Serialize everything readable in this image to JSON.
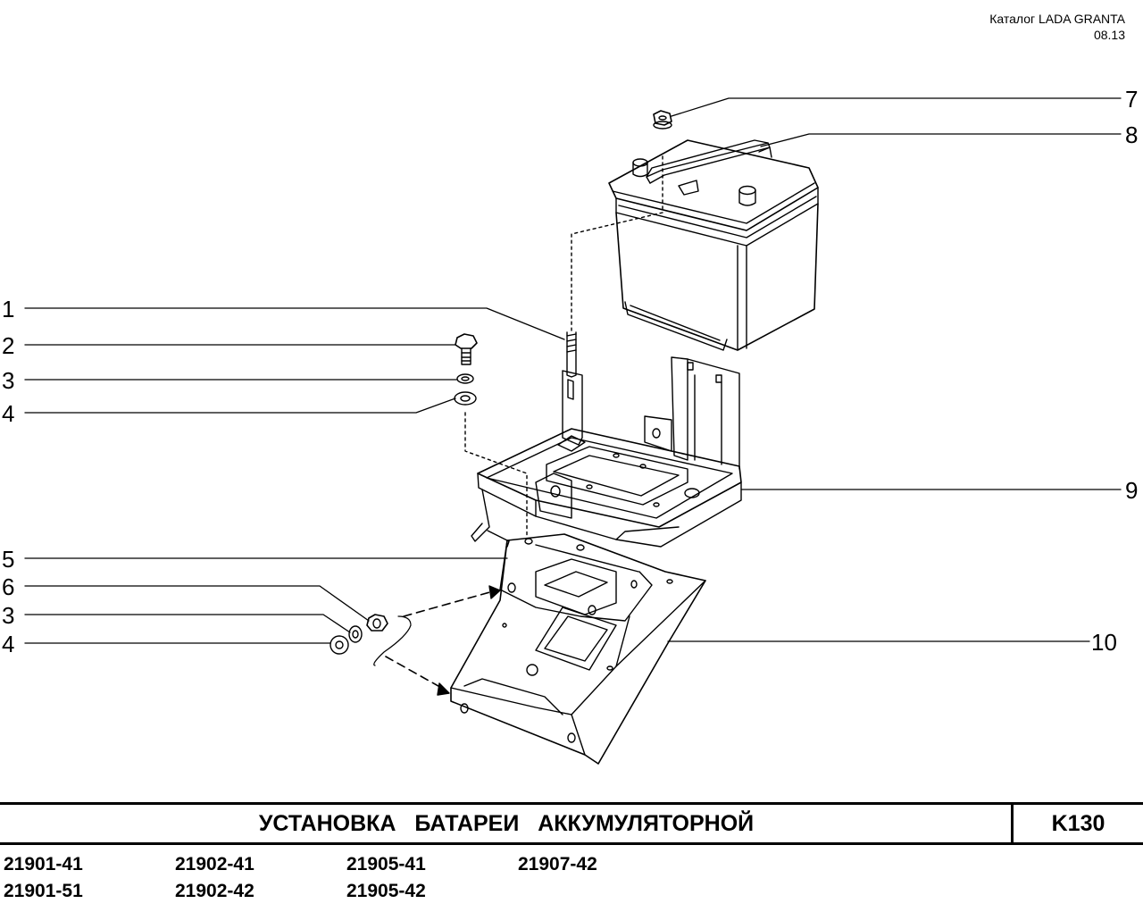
{
  "header": {
    "catalog": "Каталог  LADA  GRANTA",
    "date": "08.13"
  },
  "callouts": {
    "c1": "1",
    "c2": "2",
    "c3a": "3",
    "c4a": "4",
    "c5": "5",
    "c6": "6",
    "c3b": "3",
    "c4b": "4",
    "c7": "7",
    "c8": "8",
    "c9": "9",
    "c10": "10"
  },
  "title": {
    "text": "УСТАНОВКА   БАТАРЕИ   АККУМУЛЯТОРНОЙ",
    "code": "K130"
  },
  "models": {
    "col1": [
      "21901-41",
      "21901-51"
    ],
    "col2": [
      "21902-41",
      "21902-42"
    ],
    "col3": [
      "21905-41",
      "21905-42"
    ],
    "col4": [
      "21907-42"
    ]
  }
}
